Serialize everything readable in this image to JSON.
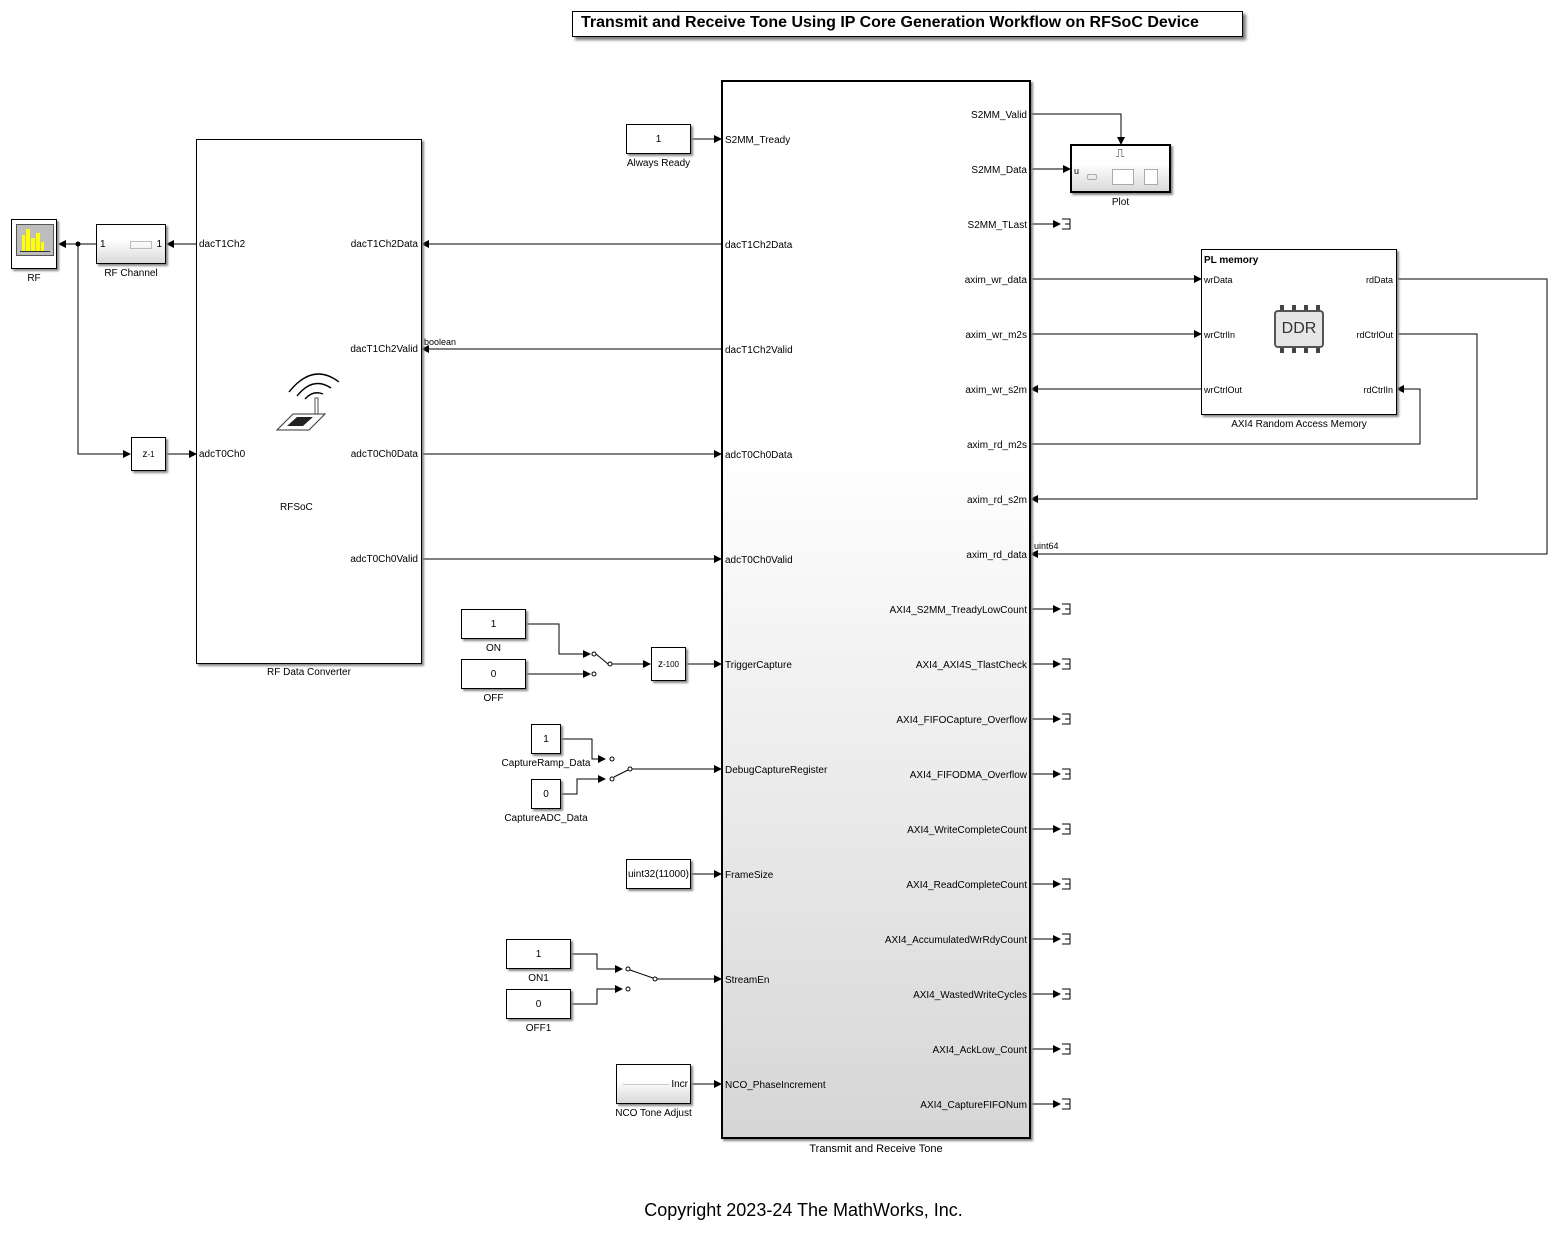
{
  "title": "Transmit and Receive Tone Using IP Core Generation Workflow on RFSoC Device",
  "copyright": "Copyright 2023-24 The MathWorks, Inc.",
  "blocks": {
    "rf_scope": {
      "label": "RF",
      "icon": "spectrum-analyzer-icon"
    },
    "rf_channel": {
      "label": "RF Channel",
      "in_port": "1",
      "out_port": "1"
    },
    "unit_delay": {
      "text_base": "z",
      "text_exp": "-1"
    },
    "rf_data_converter": {
      "label": "RF Data Converter",
      "inner_label": "RFSoC",
      "inputs": [
        "dacT1Ch2",
        "adcT0Ch0"
      ],
      "outputs": [
        "dacT1Ch2Data",
        "dacT1Ch2Valid",
        "adcT0Ch0Data",
        "adcT0Ch0Valid"
      ]
    },
    "always_ready": {
      "value": "1",
      "label": "Always Ready"
    },
    "on": {
      "value": "1",
      "label": "ON"
    },
    "off": {
      "value": "0",
      "label": "OFF"
    },
    "delay100": {
      "text_base": "z",
      "text_exp": "-100"
    },
    "capture_ramp": {
      "value": "1",
      "label": "CaptureRamp_Data"
    },
    "capture_adc": {
      "value": "0",
      "label": "CaptureADC_Data"
    },
    "frame_size": {
      "value": "uint32(11000)"
    },
    "on1": {
      "value": "1",
      "label": "ON1"
    },
    "off1": {
      "value": "0",
      "label": "OFF1"
    },
    "nco": {
      "label": "NCO Tone Adjust",
      "port": "Incr"
    },
    "main": {
      "label": "Transmit and Receive Tone",
      "inputs": [
        "S2MM_Tready",
        "dacT1Ch2Data",
        "dacT1Ch2Valid",
        "adcT0Ch0Data",
        "adcT0Ch0Valid",
        "TriggerCapture",
        "DebugCaptureRegister",
        "FrameSize",
        "StreamEn",
        "NCO_PhaseIncrement"
      ],
      "outputs": [
        "S2MM_Valid",
        "S2MM_Data",
        "S2MM_TLast",
        "axim_wr_data",
        "axim_wr_m2s",
        "axim_wr_s2m",
        "axim_rd_m2s",
        "axim_rd_s2m",
        "axim_rd_data",
        "AXI4_S2MM_TreadyLowCount",
        "AXI4_AXI4S_TlastCheck",
        "AXI4_FIFOCapture_Overflow",
        "AXI4_FIFODMA_Overflow",
        "AXI4_WriteCompleteCount",
        "AXI4_ReadCompleteCount",
        "AXI4_AccumulatedWrRdyCount",
        "AXI4_WastedWriteCycles",
        "AXI4_AckLow_Count",
        "AXI4_CaptureFIFONum"
      ]
    },
    "plot": {
      "label": "Plot",
      "port": "u"
    },
    "memory": {
      "label": "AXI4 Random Access Memory",
      "header": "PL memory",
      "chip": "DDR",
      "inputs": [
        "wrData",
        "wrCtrlIn",
        "wrCtrlOut"
      ],
      "outputs": [
        "rdData",
        "rdCtrlOut",
        "rdCtrlIn"
      ]
    }
  },
  "signal_labels": {
    "boolean": "boolean",
    "uint64": "uint64"
  }
}
